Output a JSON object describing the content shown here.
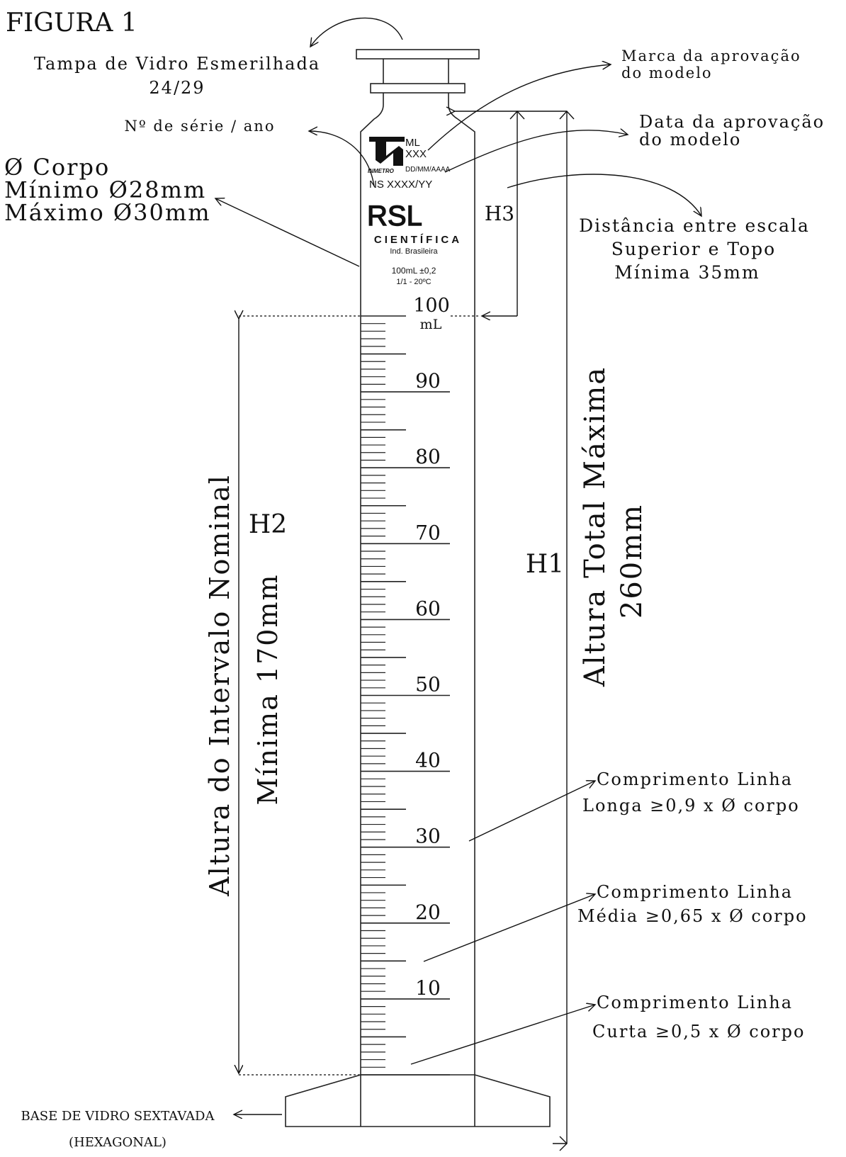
{
  "figure_title": "FIGURA 1",
  "stopper": {
    "label_line1": "Tampa de Vidro Esmerilhada",
    "label_line2": "24/29"
  },
  "serial_label": "Nº de série / ano",
  "body_diameter": {
    "line1": "Ø Corpo",
    "line2": "Mínimo Ø28mm",
    "line3": "Máximo Ø30mm"
  },
  "model_mark_label": {
    "line1": "Marca da aprovação",
    "line2": "do modelo"
  },
  "model_date_label": {
    "line1": "Data da aprovação",
    "line2": "do modelo"
  },
  "cylinder_print": {
    "inmetro_text": "INMETRO",
    "ml": "ML",
    "xxx": "XXX",
    "date": "DD/MM/AAAA",
    "serial": "NS XXXX/YY",
    "brand": "RSL",
    "brand_sub": "CIENTÍFICA",
    "origin": "Ind. Brasileira",
    "capacity": "100mL ±0,2",
    "calibration": "1/1 - 20ºC",
    "top_value": "100",
    "unit": "mL"
  },
  "scale_labels": [
    "90",
    "80",
    "70",
    "60",
    "50",
    "40",
    "30",
    "20",
    "10"
  ],
  "scale": {
    "min_ml": 0,
    "max_ml": 100,
    "minor_step_ml": 1,
    "medium_every_ml": 5,
    "long_every_ml": 10
  },
  "h3": {
    "label": "H3",
    "desc_line1": "Distância entre escala",
    "desc_line2": "Superior e Topo",
    "desc_line3": "Mínima 35mm"
  },
  "h2": {
    "label": "H2",
    "desc_line1": "Altura do Intervalo Nominal",
    "desc_line2": "Mínima 170mm"
  },
  "h1": {
    "label": "H1",
    "desc_line1": "Altura Total Máxima",
    "desc_line2": "260mm"
  },
  "long_line": {
    "line1": "Comprimento Linha",
    "line2": "Longa ≥0,9 x Ø corpo"
  },
  "medium_line": {
    "line1": "Comprimento Linha",
    "line2": "Média ≥0,65 x Ø corpo"
  },
  "short_line": {
    "line1": "Comprimento Linha",
    "line2": "Curta ≥0,5 x Ø corpo"
  },
  "base": {
    "line1": "BASE DE VIDRO SEXTAVADA",
    "line2": "(HEXAGONAL)"
  }
}
